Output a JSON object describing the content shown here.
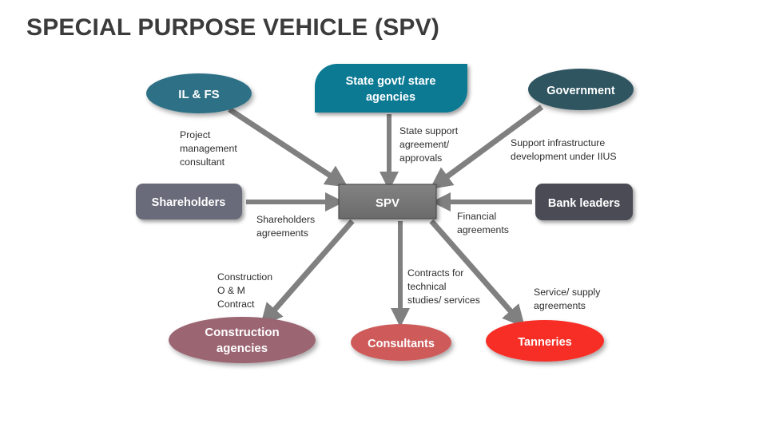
{
  "slide": {
    "title": "SPECIAL PURPOSE VEHICLE (SPV)",
    "background": "#ffffff"
  },
  "center": {
    "label": "SPV",
    "color": "#757575",
    "border": "#4d4d4d"
  },
  "nodes": [
    {
      "id": "ilfs",
      "label_line1": "IL & FS",
      "label_line2": "",
      "shape": "ellipse",
      "color": "#2e7186"
    },
    {
      "id": "state_govt",
      "label_line1": "State govt/ stare",
      "label_line2": "agencies",
      "shape": "diag-round-rect",
      "color": "#0b7a94"
    },
    {
      "id": "government",
      "label_line1": "Government",
      "label_line2": "",
      "shape": "ellipse",
      "color": "#2d5560"
    },
    {
      "id": "shareholders",
      "label_line1": "Shareholders",
      "label_line2": "",
      "shape": "round-rect",
      "color": "#696a7a"
    },
    {
      "id": "bank_leaders",
      "label_line1": "Bank leaders",
      "label_line2": "",
      "shape": "round-rect",
      "color": "#4b4b56"
    },
    {
      "id": "construction",
      "label_line1": "Construction",
      "label_line2": "agencies",
      "shape": "ellipse",
      "color": "#9c6572"
    },
    {
      "id": "consultants",
      "label_line1": "Consultants",
      "label_line2": "",
      "shape": "ellipse",
      "color": "#ce5a5a"
    },
    {
      "id": "tanneries",
      "label_line1": "Tanneries",
      "label_line2": "",
      "shape": "ellipse",
      "color": "#f72f27"
    }
  ],
  "edge_labels": [
    {
      "id": "project_management_consultant",
      "lines": [
        "Project",
        "management",
        "consultant"
      ]
    },
    {
      "id": "state_support_agreement",
      "lines": [
        "State support",
        "agreement/",
        "approvals"
      ]
    },
    {
      "id": "support_infrastructure",
      "lines": [
        "Support infrastructure",
        "development under IIUS"
      ]
    },
    {
      "id": "shareholders_agreements",
      "lines": [
        "Shareholders",
        "agreements"
      ]
    },
    {
      "id": "financial_agreements",
      "lines": [
        "Financial",
        "agreements"
      ]
    },
    {
      "id": "construction_om_contract",
      "lines": [
        "Construction",
        "O & M",
        "Contract"
      ]
    },
    {
      "id": "contracts_technical_studies",
      "lines": [
        "Contracts for",
        "technical",
        "studies/ services"
      ]
    },
    {
      "id": "service_supply_agreements",
      "lines": [
        "Service/ supply",
        "agreements"
      ]
    }
  ],
  "colors": {
    "connector": "#808080",
    "text_dark": "#2d2d2d",
    "title_color": "#3b3b3b"
  }
}
